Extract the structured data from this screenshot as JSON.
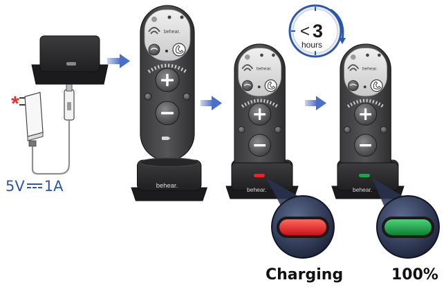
{
  "timer": {
    "symbol": "<",
    "number": "3",
    "unit": "hours"
  },
  "brand_logo": "behear.",
  "power": {
    "voltage": "5V",
    "current": "1A",
    "note_mark": "*"
  },
  "captions": {
    "charging": "Charging",
    "full": "100%"
  },
  "colors": {
    "arrow": "#4a6fc9",
    "charging_led": "#e8262a",
    "full_led": "#1fa44a",
    "accent_blue": "#2c57a8",
    "note_red": "#e4312f"
  },
  "icons": [
    "power-adapter-icon",
    "usb-cable-icon",
    "charging-dock-icon",
    "remote-control-icon",
    "plus-icon",
    "minus-icon",
    "phone-icon",
    "timer-icon",
    "arrow-right-icon"
  ]
}
